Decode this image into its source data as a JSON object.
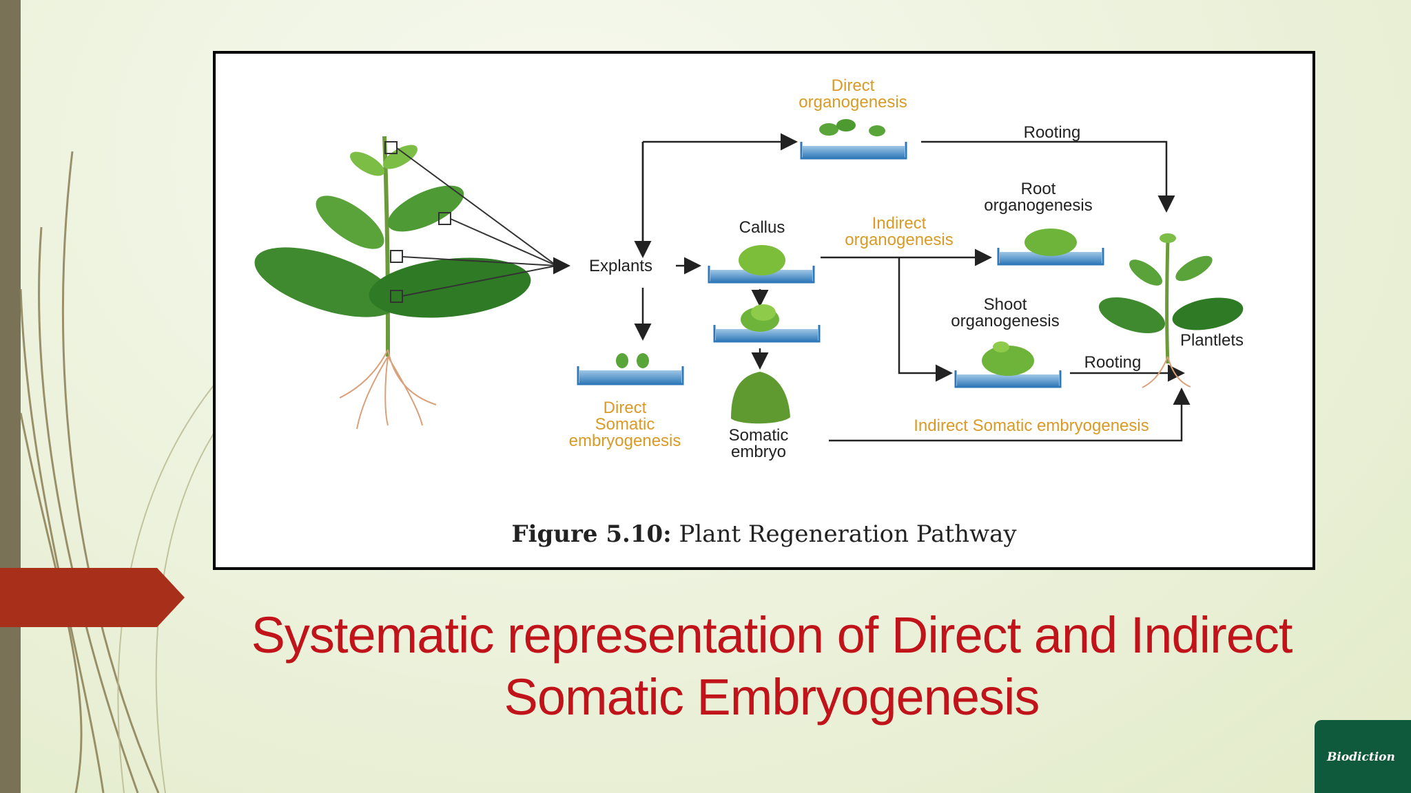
{
  "diagram": {
    "labels": {
      "direct_organogenesis_1": "Direct",
      "direct_organogenesis_2": "organogenesis",
      "rooting_top": "Rooting",
      "root_organogenesis_1": "Root",
      "root_organogenesis_2": "organogenesis",
      "callus": "Callus",
      "indirect_organogenesis_1": "Indirect",
      "indirect_organogenesis_2": "organogenesis",
      "explants": "Explants",
      "shoot_organogenesis_1": "Shoot",
      "shoot_organogenesis_2": "organogenesis",
      "plantlets": "Plantlets",
      "rooting_bottom": "Rooting",
      "direct_somatic_1": "Direct",
      "direct_somatic_2": "Somatic",
      "direct_somatic_3": "embryogenesis",
      "somatic_embryo_1": "Somatic",
      "somatic_embryo_2": "embryo",
      "indirect_somatic": "Indirect Somatic embryogenesis"
    },
    "caption_bold": "Figure 5.10:",
    "caption_text": "Plant Regeneration Pathway"
  },
  "slide": {
    "title_line1": "Systematic representation of Direct and Indirect",
    "title_line2": "Somatic Embryogenesis"
  },
  "logo": {
    "text": "Biodiction"
  },
  "colors": {
    "title": "#c0141a",
    "accent_tab": "#a8301a",
    "logo_bg": "#0f5a3c",
    "orange_label": "#d99a26"
  }
}
